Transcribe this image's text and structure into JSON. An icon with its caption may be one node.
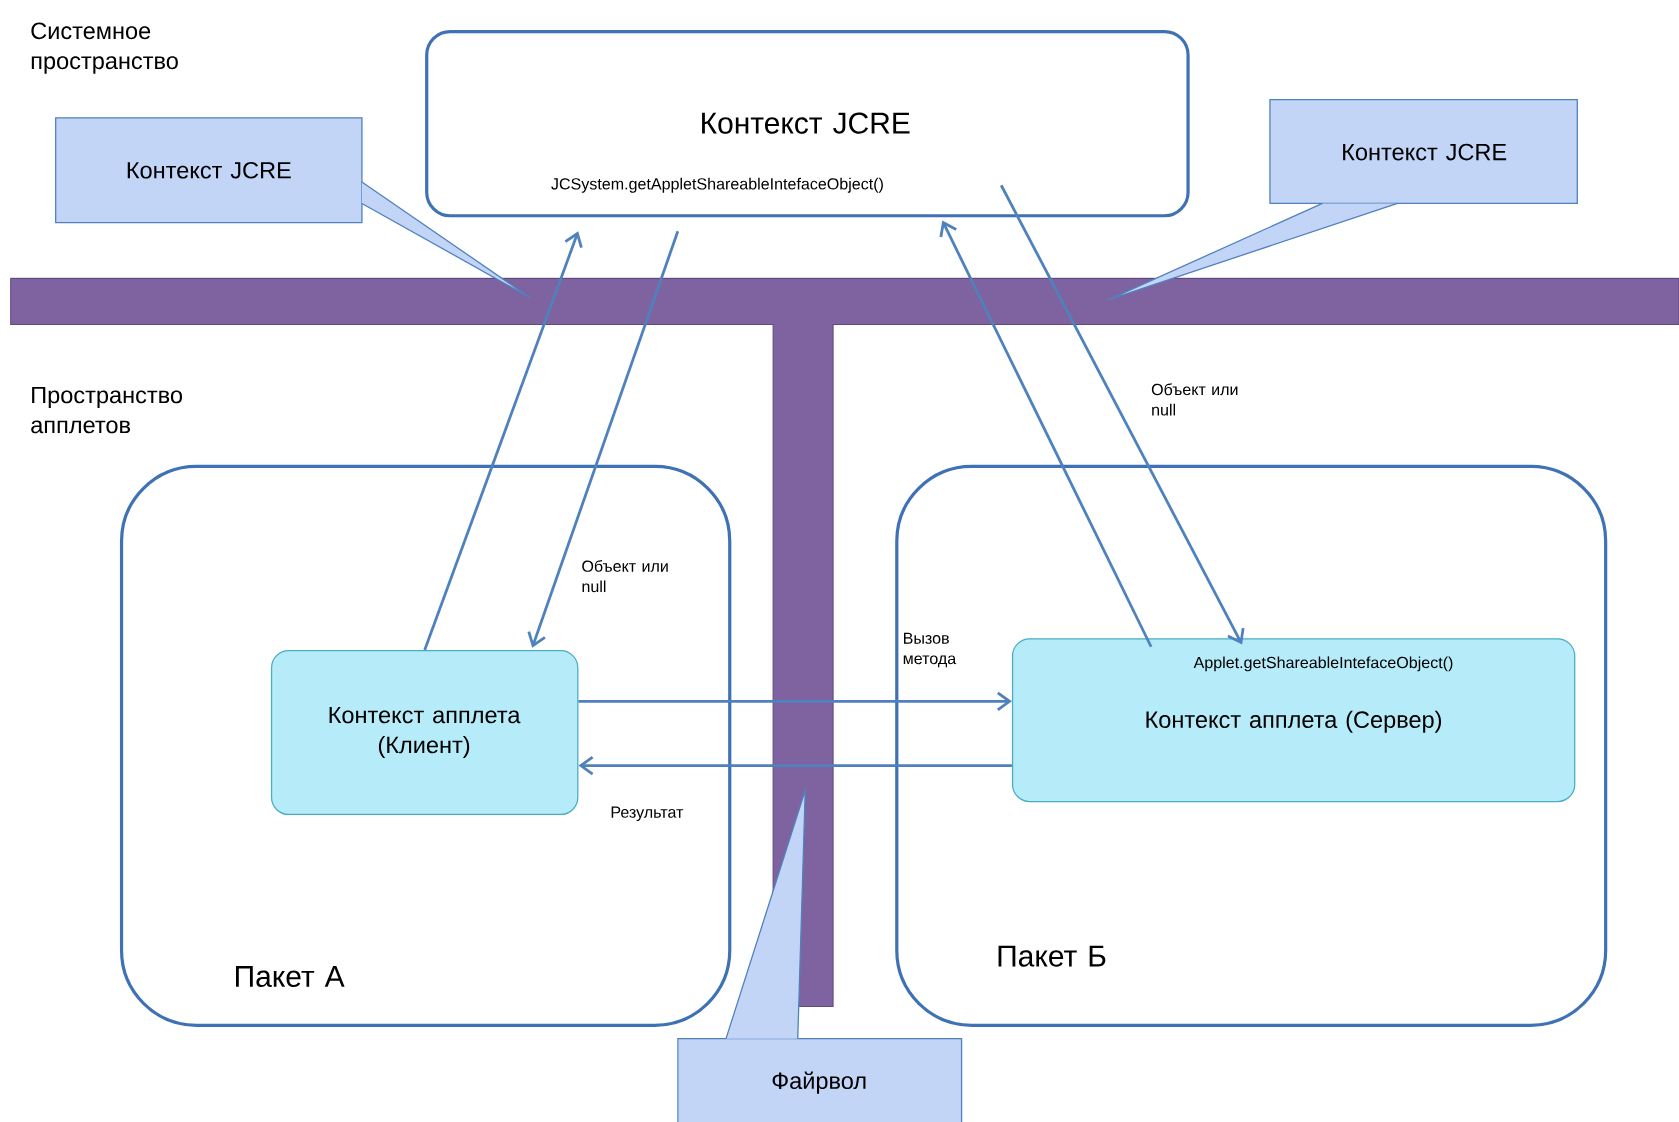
{
  "diagram": {
    "nodes": [
      {
        "text": [
          "Контекст JCRE",
          "JCSystem.getAppletShareableIntefaceObject()"
        ]
      },
      {
        "text": [
          "Контекст JCRE"
        ]
      },
      {
        "text": [
          "Контекст JCRE"
        ]
      },
      {
        "text": [
          "Пакет А"
        ]
      },
      {
        "text": [
          "Контекст апплета (Клиент)"
        ],
        "in": 3
      },
      {
        "text": [
          "Пакет Б"
        ]
      },
      {
        "text": [
          "Applet.getShareableIntefaceObject()",
          "Контекст апплета (Сервер)"
        ],
        "in": 5
      },
      {
        "text": [
          "Файрвол"
        ]
      }
    ],
    "edges": [
      {
        "from": 4,
        "to": 0,
        "arrow": "to"
      },
      {
        "from": 0,
        "to": 4,
        "arrow": "to",
        "label": "Объект или null"
      },
      {
        "from": 6,
        "to": 0,
        "arrow": "to"
      },
      {
        "from": 0,
        "to": 6,
        "arrow": "to",
        "label": "Объект или null"
      },
      {
        "from": 4,
        "to": 6,
        "arrow": "to",
        "label": "Вызов метода"
      },
      {
        "from": 6,
        "to": 4,
        "arrow": "to",
        "label": "Результат"
      }
    ],
    "labels": [
      "Системное пространство",
      "Пространство апплетов"
    ]
  }
}
